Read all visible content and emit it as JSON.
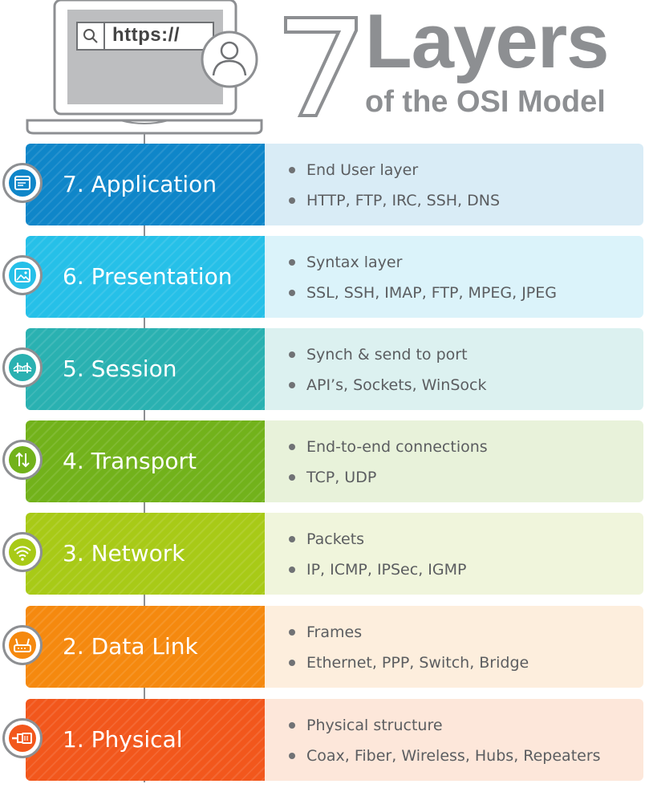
{
  "laptop": {
    "url_text": "https://"
  },
  "title": {
    "number": "7",
    "word": "Layers",
    "subtitle": "of the OSI Model"
  },
  "colors": {
    "gray": "#8d8f92",
    "application": "#0f86c9",
    "presentation": "#26c0e8",
    "session": "#2ab1b1",
    "transport": "#72b21b",
    "network": "#a8ca17",
    "data_link": "#f5890f",
    "physical": "#f2571c"
  },
  "layers": [
    {
      "name": "7. Application",
      "icon": "browser-window-icon",
      "bullets": [
        "End User layer",
        "HTTP, FTP, IRC, SSH, DNS"
      ]
    },
    {
      "name": "6. Presentation",
      "icon": "image-icon",
      "bullets": [
        "Syntax layer",
        "SSL, SSH, IMAP, FTP, MPEG, JPEG"
      ]
    },
    {
      "name": "5. Session",
      "icon": "bridge-icon",
      "bullets": [
        "Synch & send to port",
        "API’s, Sockets, WinSock"
      ]
    },
    {
      "name": "4. Transport",
      "icon": "up-down-arrows-icon",
      "bullets": [
        "End-to-end connections",
        "TCP, UDP"
      ]
    },
    {
      "name": "3. Network",
      "icon": "wifi-icon",
      "bullets": [
        "Packets",
        "IP, ICMP, IPSec, IGMP"
      ]
    },
    {
      "name": "2. Data Link",
      "icon": "router-icon",
      "bullets": [
        "Frames",
        "Ethernet, PPP, Switch, Bridge"
      ]
    },
    {
      "name": "1. Physical",
      "icon": "ethernet-cable-icon",
      "bullets": [
        "Physical structure",
        "Coax, Fiber, Wireless, Hubs, Repeaters"
      ]
    }
  ]
}
